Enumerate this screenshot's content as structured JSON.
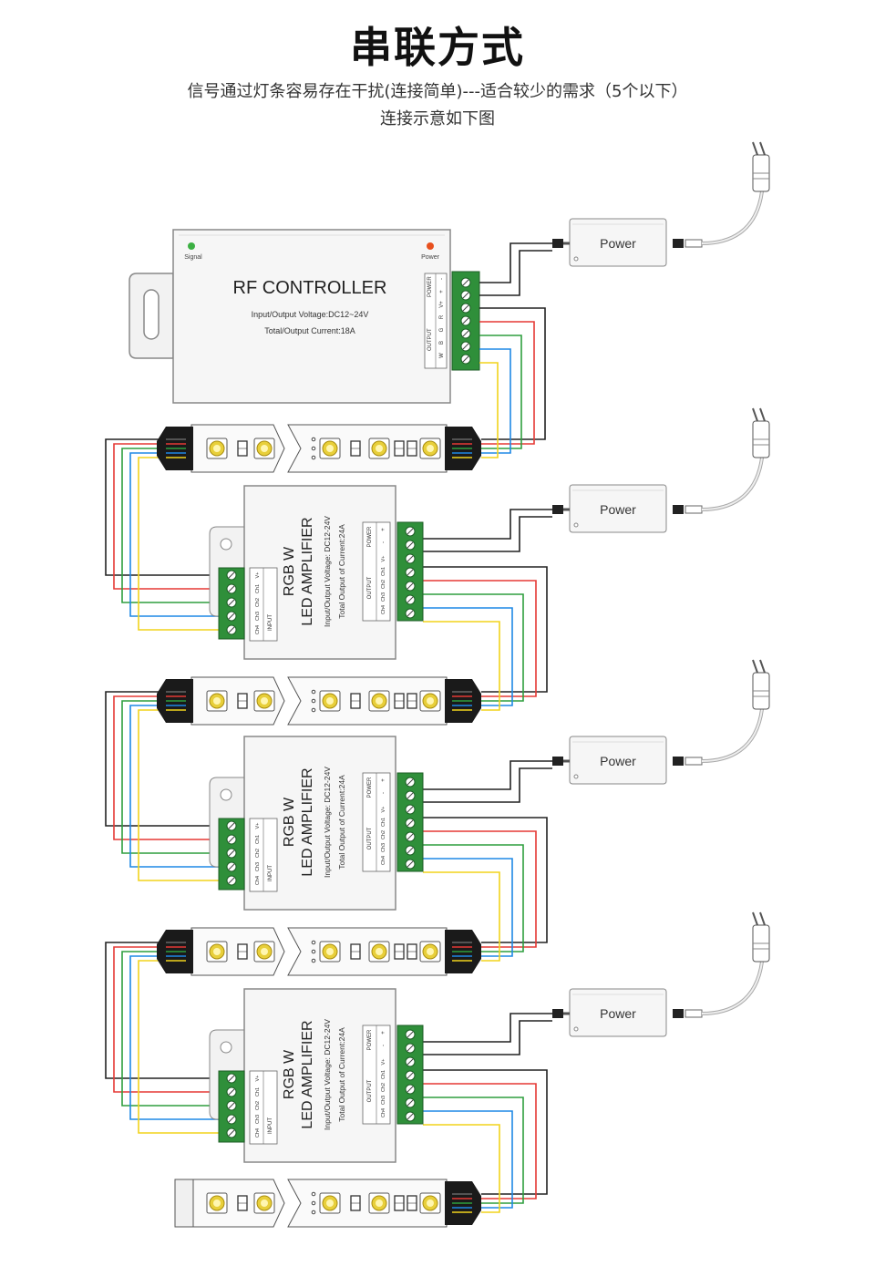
{
  "header": {
    "title": "串联方式",
    "subtitle": "信号通过灯条容易存在干扰(连接简单)---适合较少的需求（5个以下）",
    "caption": "连接示意如下图"
  },
  "controller": {
    "title": "RF CONTROLLER",
    "voltage": "Input/Output Voltage:DC12~24V",
    "current": "Total/Output Current:18A",
    "signal_label": "Signal",
    "power_label": "Power",
    "terminal_power": "POWER",
    "terminal_output": "OUTPUT",
    "pins": [
      "-",
      "+",
      "V+",
      "R",
      "G",
      "B",
      "W"
    ]
  },
  "amplifier": {
    "name_line1": "RGB W",
    "name_line2": "LED AMPLIFIER",
    "voltage": "Input/Output Voltage: DC12-24V",
    "current": "Total Output of Current:24A",
    "input_label": "INPUT",
    "output_label": "OUTPUT",
    "power_label": "POWER",
    "pins": [
      "V+",
      "Ch1",
      "Ch2",
      "Ch3",
      "Ch4"
    ],
    "power_pins": [
      "+",
      "-"
    ]
  },
  "power_supply": {
    "label": "Power"
  },
  "colors": {
    "wire_black": "#222222",
    "wire_red": "#e53935",
    "wire_green": "#2e9e3e",
    "wire_blue": "#1e88e5",
    "wire_yellow": "#f2d41c",
    "terminal_green": "#2f8f3a",
    "device_fill": "#f4f4f4",
    "device_stroke": "#8a8a8a"
  }
}
